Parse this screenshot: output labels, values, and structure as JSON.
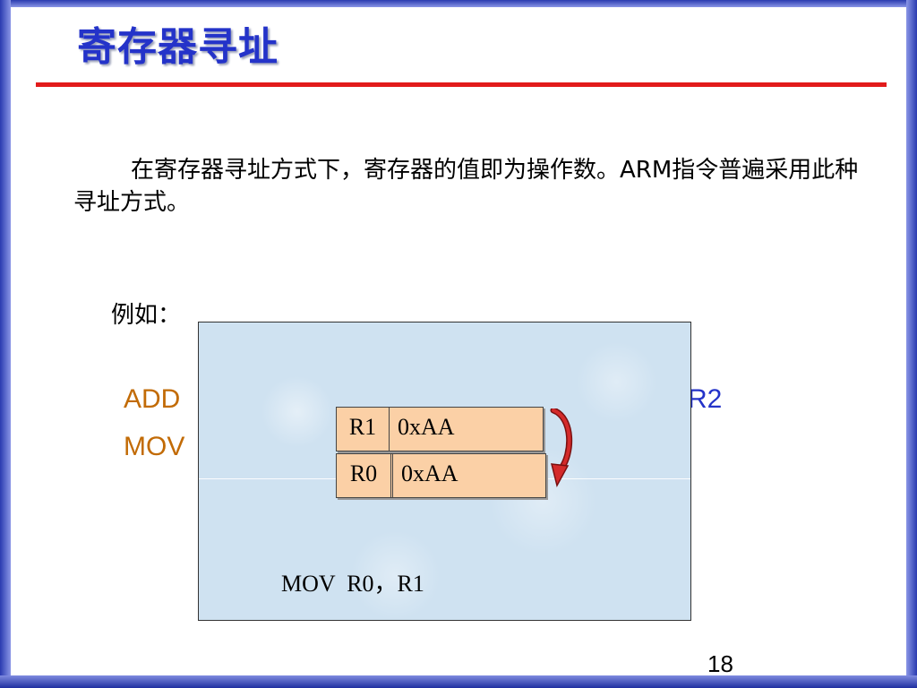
{
  "slide": {
    "title": "寄存器寻址",
    "paragraph": "在寄存器寻址方式下，寄存器的值即为操作数。ARM指令普遍采用此种寻址方式。",
    "example_label": "例如：",
    "code_add_partial": "ADD",
    "code_mov_partial": "MOV",
    "code_r2_partial": "R2",
    "page_number": "18"
  },
  "diagram": {
    "registers": [
      {
        "name": "R1",
        "value": "0xAA"
      },
      {
        "name": "R0",
        "value": "0xAA"
      }
    ],
    "caption": "MOV  R0，R1"
  },
  "colors": {
    "title": "#2433c9",
    "rule": "#e21b1b",
    "code_orange": "#c26b06",
    "code_blue": "#2433c9",
    "register_fill": "#fbd0a6",
    "arrow": "#d42a2a",
    "panel_bg": "#cfe2f1"
  }
}
